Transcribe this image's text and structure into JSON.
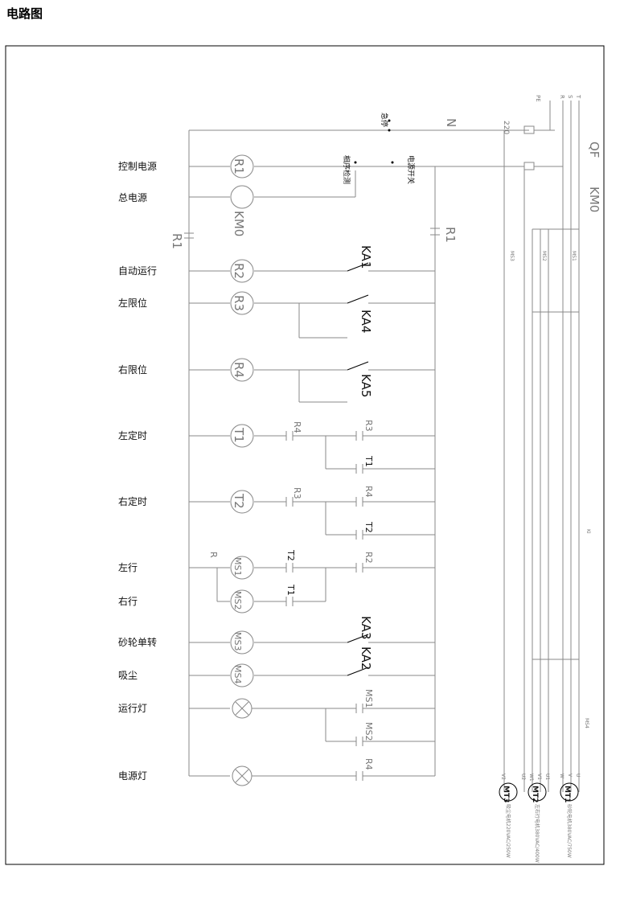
{
  "page_title": "电路图",
  "rows": [
    {
      "id": "control-power",
      "label": "控制电源",
      "coil": "R1"
    },
    {
      "id": "main-power",
      "label": "总电源",
      "coil": "KM0"
    },
    {
      "id": "auto-run",
      "label": "自动运行",
      "coil": "R2",
      "contact": "KA1"
    },
    {
      "id": "left-limit",
      "label": "左限位",
      "coil": "R3",
      "contact": "KA4"
    },
    {
      "id": "right-limit",
      "label": "右限位",
      "coil": "R4",
      "contact": "KA5"
    },
    {
      "id": "left-timer",
      "label": "左定时",
      "coil": "T1",
      "nc": "R4",
      "no1": "R3",
      "no2": "T1"
    },
    {
      "id": "right-timer",
      "label": "右定时",
      "coil": "T2",
      "nc": "R3",
      "no1": "R4",
      "no2": "T2"
    },
    {
      "id": "left-travel",
      "label": "左行",
      "coil": "MS1",
      "nc": "T2",
      "no1": "R2",
      "r": "R"
    },
    {
      "id": "right-travel",
      "label": "右行",
      "coil": "MS2",
      "nc": "T1"
    },
    {
      "id": "grinder",
      "label": "砂轮单转",
      "coil": "MS3",
      "contact": "KA3"
    },
    {
      "id": "dust",
      "label": "吸尘",
      "coil": "MS4",
      "contact": "KA2"
    },
    {
      "id": "run-lamp",
      "label": "运行灯",
      "no1": "MS1",
      "no2": "MS2"
    },
    {
      "id": "power-lamp",
      "label": "电源灯",
      "no1": "R4"
    }
  ],
  "top_labels": {
    "N": "N",
    "stop": "急停",
    "phase": "相序检测",
    "power_switch": "电源开关",
    "R1_left": "R1",
    "R1_right": "R1",
    "KM0": "KM0",
    "QF": "QF",
    "v220": "220",
    "PE": "PE",
    "R": "R",
    "S": "S",
    "T": "T"
  },
  "power_section": {
    "ms1": "MS1",
    "ms2": "MS2",
    "ms3": "MS3",
    "ms4": "MS4",
    "k1": "KI",
    "terminals": [
      "V2",
      "U2",
      "W1",
      "V1",
      "U1",
      "W",
      "V",
      "U"
    ]
  },
  "motors": [
    {
      "id": "MT3",
      "desc": "吸尘电机220VAC/250W"
    },
    {
      "id": "MT2",
      "desc": "左右行电机380VAC/400W"
    },
    {
      "id": "MT1",
      "desc": "砂轮电机380VAC/750W"
    }
  ]
}
